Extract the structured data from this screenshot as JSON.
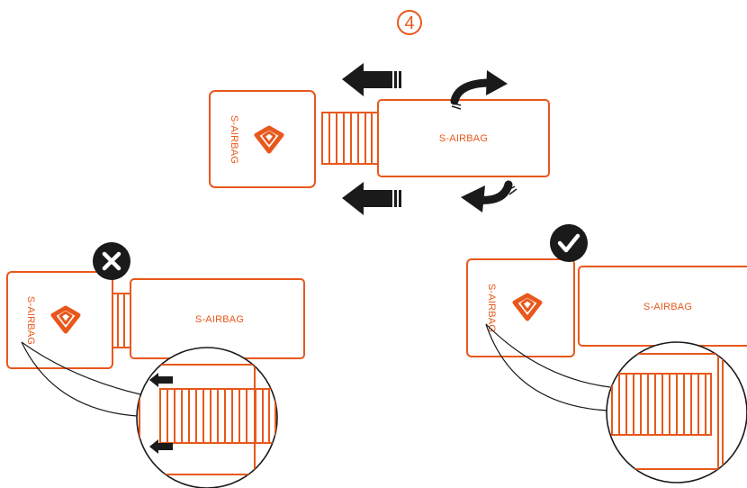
{
  "step": {
    "number": "4"
  },
  "brand": {
    "name": "S-AIRBAG",
    "accent": "#e8581c",
    "dark": "#1a1a1a"
  },
  "top": {
    "left_box_label": "S-AIRBAG",
    "right_box_label": "S-AIRBAG",
    "icons": [
      "logo-icon",
      "arrow-left-icon",
      "rotate-arrow-icon"
    ]
  },
  "wrong_example": {
    "status": "incorrect",
    "status_icon": "cross-icon",
    "box_label_left": "S-AIRBAG",
    "box_label_right": "S-AIRBAG"
  },
  "right_example": {
    "status": "correct",
    "status_icon": "check-icon",
    "box_label_left": "S-AIRBAG",
    "box_label_right": "S-AIRBAG"
  }
}
